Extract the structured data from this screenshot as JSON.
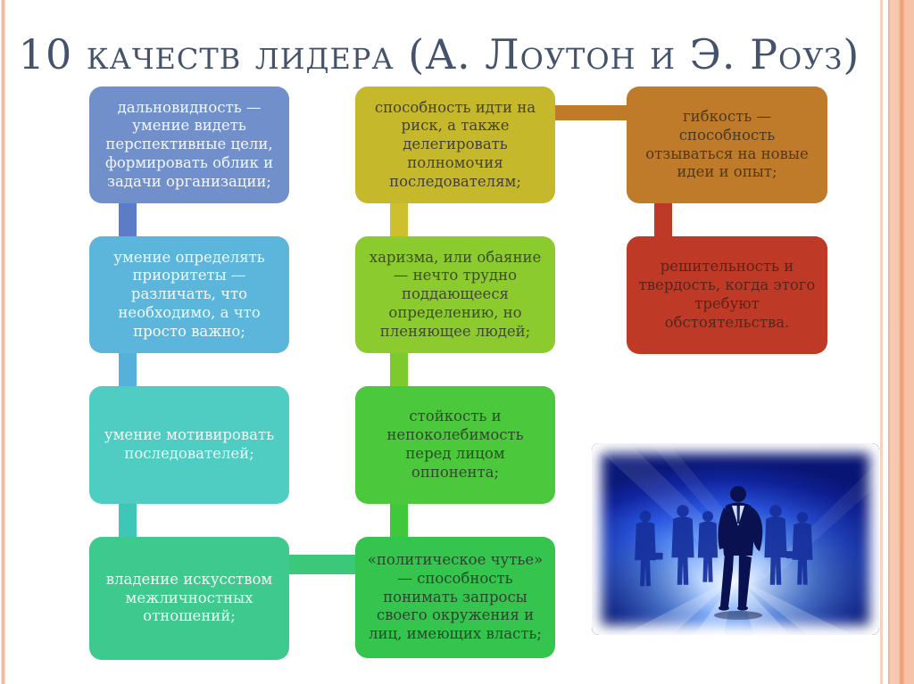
{
  "slide": {
    "title": "10 качеств лидера (А. Лоутон и Э. Роуз)",
    "title_color": "#44536B"
  },
  "diagram": {
    "boxes": [
      {
        "text": "дальновидность — умение видеть перспективные цели, формировать облик и задачи организации;",
        "bg": "#7190CB",
        "text_color": "#FFFFFF"
      },
      {
        "text": "умение определять приоритеты — различать, что необходимо, а что просто важно;",
        "bg": "#5CB5DA",
        "text_color": "#FFFFFF"
      },
      {
        "text": "умение мотивировать последователей;",
        "bg": "#4FCDC2",
        "text_color": "#FFFFFF"
      },
      {
        "text": "владение искусством межличностных отношений;",
        "bg": "#3EC98F",
        "text_color": "#FFFFFF"
      },
      {
        "text": "способность идти на риск, а также делегировать полномочия последователям;",
        "bg": "#C5B92B",
        "text_color": "#454136"
      },
      {
        "text": "харизма, или обаяние — нечто трудно поддающееся определению, но пленяющее людей;",
        "bg": "#8BCB2E",
        "text_color": "#3F4A2E"
      },
      {
        "text": "стойкость и непоколебимость перед лицом оппонента;",
        "bg": "#4BC83B",
        "text_color": "#2E4B2B"
      },
      {
        "text": "«политическое чутье» — способность понимать запросы своего окружения и лиц, имеющих власть;",
        "bg": "#35C44D",
        "text_color": "#27482B"
      },
      {
        "text": "гибкость — способность отзываться на новые идеи и опыт;",
        "bg": "#C07B2A",
        "text_color": "#4B3A20"
      },
      {
        "text": "решительность и твердость, когда этого требуют обстоятельства.",
        "bg": "#BE3A26",
        "text_color": "#5A241A"
      }
    ],
    "connectors": [
      {
        "from": 1,
        "to": 2,
        "orientation": "vertical",
        "color": "#5B7CC6"
      },
      {
        "from": 2,
        "to": 3,
        "orientation": "vertical",
        "color": "#55B0DB"
      },
      {
        "from": 3,
        "to": 4,
        "orientation": "vertical",
        "color": "#3EC7B9"
      },
      {
        "from": 5,
        "to": 6,
        "orientation": "vertical",
        "color": "#CCC02E"
      },
      {
        "from": 6,
        "to": 7,
        "orientation": "vertical",
        "color": "#7CCA2D"
      },
      {
        "from": 7,
        "to": 8,
        "orientation": "vertical",
        "color": "#3FC93A"
      },
      {
        "from": 9,
        "to": 10,
        "orientation": "vertical",
        "color": "#BE3A26"
      },
      {
        "from": 5,
        "to": 9,
        "orientation": "horizontal",
        "color": "#C07B28"
      },
      {
        "from": 4,
        "to": 8,
        "orientation": "horizontal",
        "color": "#3CC87A"
      }
    ]
  },
  "photo": {
    "alt": "businessman silhouette walking toward bright light, colleagues behind, blue toned"
  },
  "decor": {
    "left_stripe_color": "#F2AF8F",
    "right_band_color": "#F6C3A9",
    "right_thin_line_color": "#F8D2BD"
  }
}
